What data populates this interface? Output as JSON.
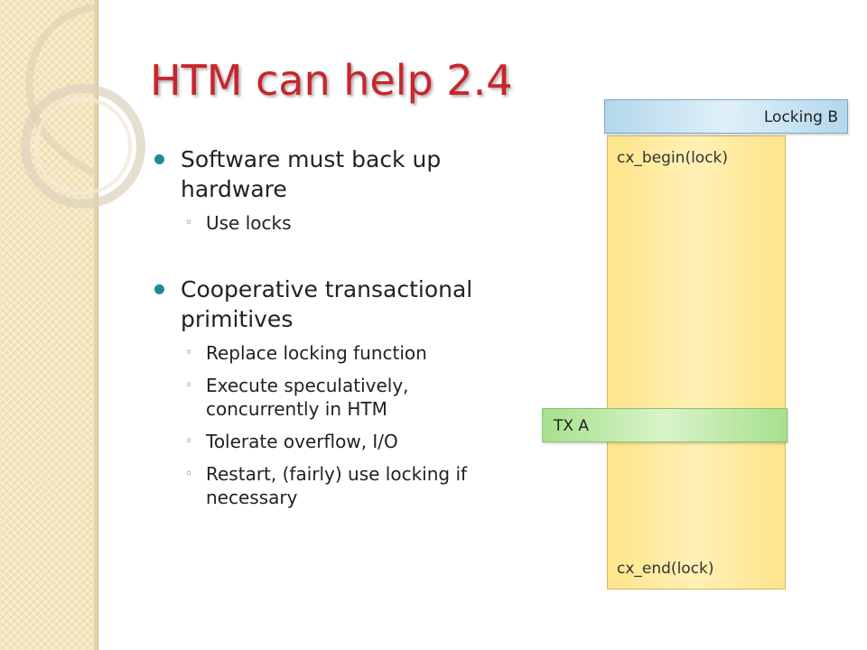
{
  "slide": {
    "title": "HTM can help 2.4",
    "bullets": [
      {
        "text": "Software must back up hardware",
        "sub": [
          "Use locks"
        ]
      },
      {
        "text": "Cooperative transactional primitives",
        "sub": [
          "Replace locking function",
          "Execute speculatively, concurrently in HTM",
          "Tolerate overflow, I/O",
          "Restart, (fairly) use locking if necessary"
        ]
      }
    ]
  },
  "diagram": {
    "lock_label": "Locking B",
    "tx_label": "TX A",
    "begin_call": "cx_begin(lock)",
    "end_call": "cx_end(lock)"
  },
  "colors": {
    "title": "#c8262c",
    "bullet": "#1f8a97",
    "lock_box": "#b3d7ec",
    "tx_box": "#a7e08e",
    "lane": "#ffe48a"
  }
}
